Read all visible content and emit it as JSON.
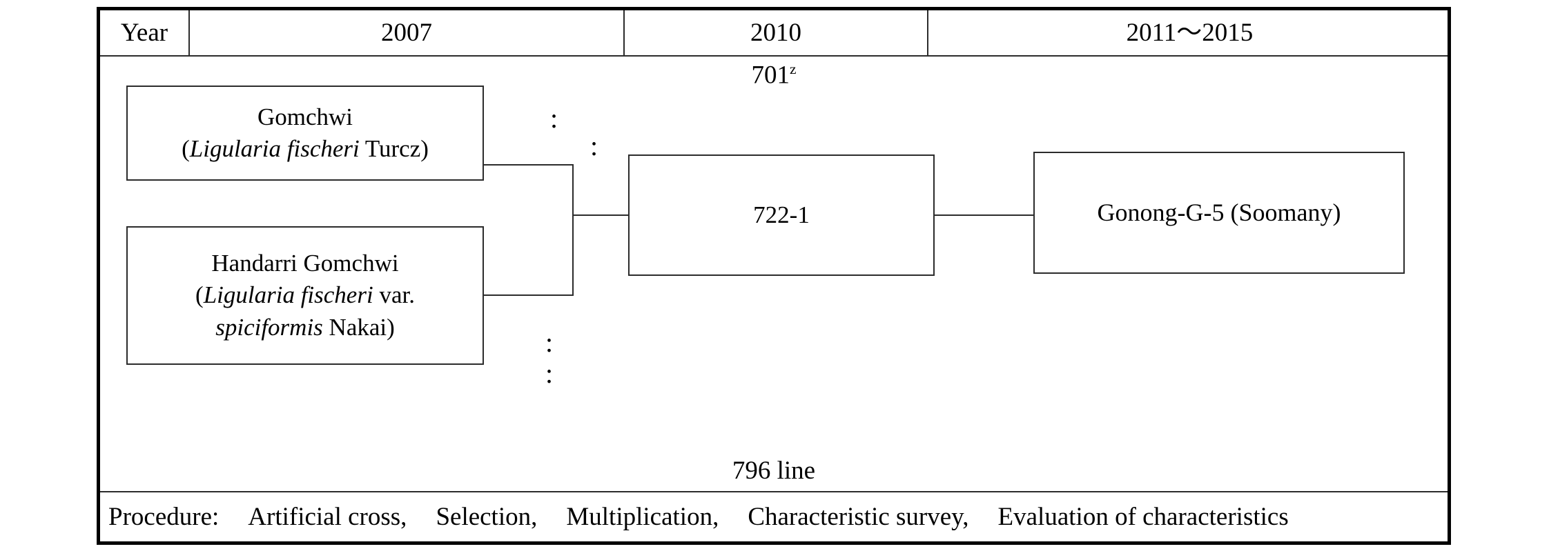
{
  "table": {
    "header": {
      "row_label": "Year",
      "columns": [
        {
          "label": "2007"
        },
        {
          "label": "2010"
        },
        {
          "label": "2011〜2015"
        }
      ]
    },
    "diagram": {
      "top_label": "701",
      "top_label_superscript": "z",
      "bottom_label": "796  line",
      "ellipsis_marks": [
        ":",
        ":",
        ":",
        ":"
      ],
      "nodes": [
        {
          "id": "parent-gomchwi",
          "line1": "Gomchwi",
          "line2_open": "(",
          "line2_scientific": "Ligularia fischeri",
          "line2_tail": " Turcz)"
        },
        {
          "id": "parent-handarri",
          "line1": "Handarri  Gomchwi",
          "line2_open": "(",
          "line2_scientific": "Ligularia fischeri",
          "line2_tail": " var.",
          "line3_scientific": "spiciformis",
          "line3_tail": " Nakai)"
        },
        {
          "id": "selection-line",
          "label": "722-1"
        },
        {
          "id": "cultivar",
          "label": "Gonong-G-5  (Soomany)"
        }
      ]
    },
    "procedure": {
      "label": "Procedure:",
      "steps": [
        "Artificial  cross,",
        "Selection,",
        "Multiplication,",
        "Characteristic  survey,",
        "Evaluation  of  characteristics"
      ]
    }
  },
  "colors": {
    "frame": "#000000",
    "rule": "#2b2b2b",
    "text": "#000000",
    "background": "#ffffff"
  }
}
